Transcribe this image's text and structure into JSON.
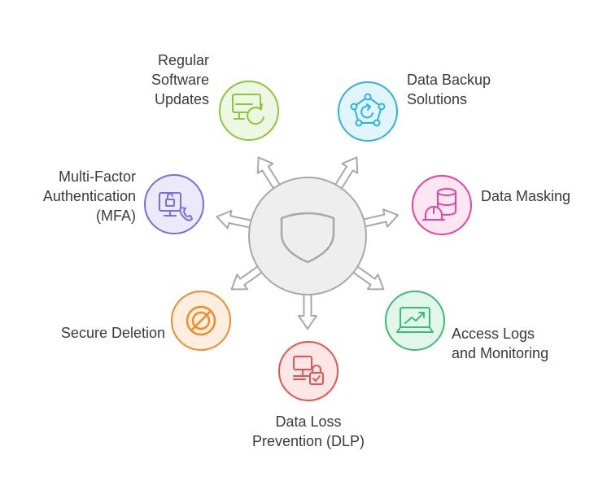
{
  "center": {
    "icon": "shield-icon",
    "fill": "#eeeeee",
    "stroke": "#a8a8a8"
  },
  "nodes": [
    {
      "id": "regular-software-updates",
      "label_lines": [
        "Regular",
        "Software",
        "Updates"
      ],
      "icon": "monitor-refresh-icon",
      "color": "#8cc63f",
      "fill": "#eef7e2"
    },
    {
      "id": "data-backup-solutions",
      "label_lines": [
        "Data Backup",
        "Solutions"
      ],
      "icon": "network-sync-icon",
      "color": "#2bb3e6",
      "fill": "#e3f5fc"
    },
    {
      "id": "data-masking",
      "label_lines": [
        "Data Masking"
      ],
      "icon": "database-hardhat-icon",
      "color": "#e8449a",
      "fill": "#fce6f1"
    },
    {
      "id": "access-logs-monitoring",
      "label_lines": [
        "Access Logs",
        "and Monitoring"
      ],
      "icon": "laptop-chart-icon",
      "color": "#3dbb78",
      "fill": "#e3f6ea"
    },
    {
      "id": "data-loss-prevention",
      "label_lines": [
        "Data Loss",
        "Prevention (DLP)"
      ],
      "icon": "computer-lock-icon",
      "color": "#e5554f",
      "fill": "#fce7e6"
    },
    {
      "id": "secure-deletion",
      "label_lines": [
        "Secure Deletion"
      ],
      "icon": "prohibited-icon",
      "color": "#ef8c2c",
      "fill": "#fdeedf"
    },
    {
      "id": "multi-factor-authentication",
      "label_lines": [
        "Multi-Factor",
        "Authentication",
        "(MFA)"
      ],
      "icon": "phone-unlock-icon",
      "color": "#7d6ee0",
      "fill": "#ece9fb"
    }
  ]
}
